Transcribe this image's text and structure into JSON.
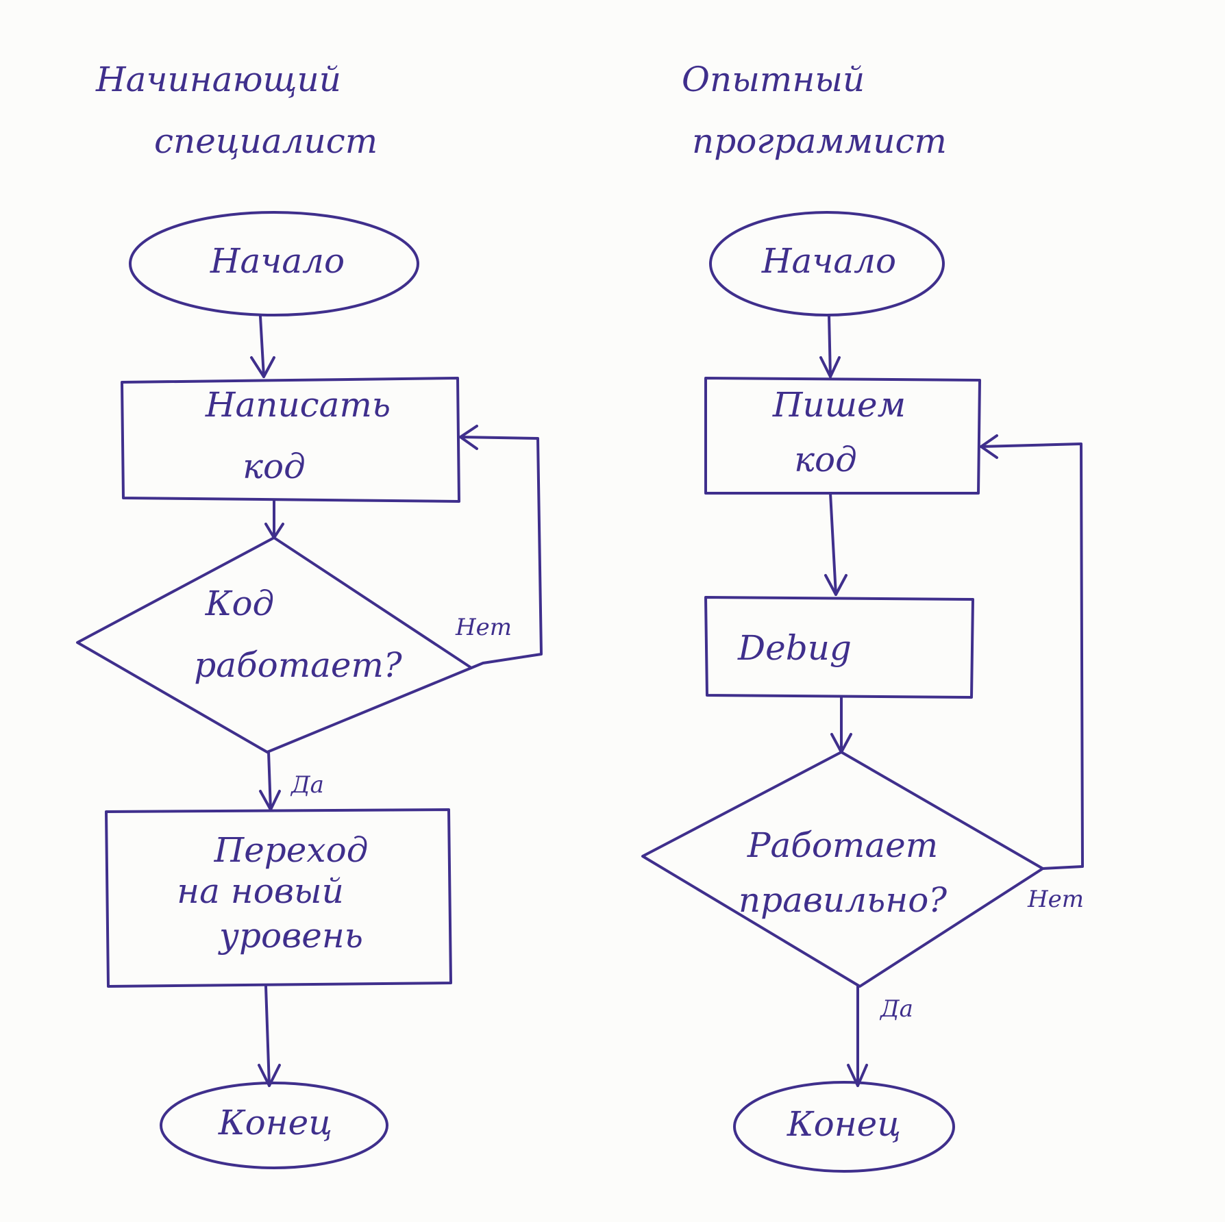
{
  "left": {
    "title_line1": "Начинающий",
    "title_line2": "специалист",
    "start": "Начало",
    "process": {
      "line1": "Написать",
      "line2": "код"
    },
    "decision": {
      "line1": "Код",
      "line2": "работает?"
    },
    "no_label": "Нет",
    "yes_label": "Да",
    "next_step": {
      "line1": "Переход",
      "line2": "на новый",
      "line3": "уровень"
    },
    "end": "Конец"
  },
  "right": {
    "title_line1": "Опытный",
    "title_line2": "программист",
    "start": "Начало",
    "process": {
      "line1": "Пишем",
      "line2": "код"
    },
    "debug": "Debug",
    "decision": {
      "line1": "Работает",
      "line2": "правильно?"
    },
    "no_label": "Нет",
    "yes_label": "Да",
    "end": "Конец"
  },
  "colors": {
    "ink": "#3f2f8c",
    "paper": "#fcfcfa"
  }
}
